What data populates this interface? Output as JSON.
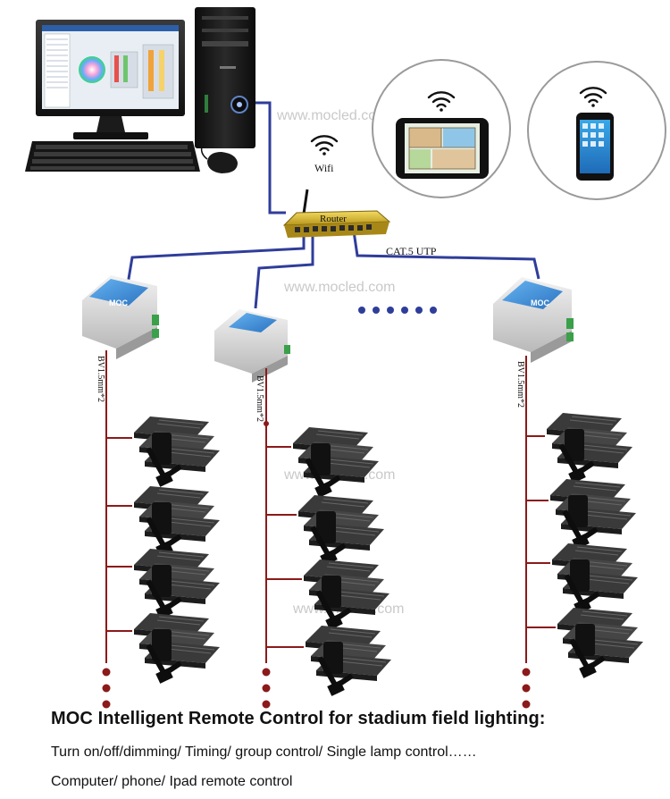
{
  "colors": {
    "network_cable": "#2f3d9a",
    "power_cable": "#8b1a1a",
    "watermark": "#c9c9c9",
    "controller_blue": "#3f8ed8",
    "router_yellow": "#e3c63a"
  },
  "labels": {
    "wifi": "Wifi",
    "router": "Router",
    "cat5": "CAT.5 UTP",
    "cable_spec": "BV1.5mm*2",
    "controller_brand": "MOC",
    "watermark": "www.mocled.com"
  },
  "caption": {
    "title": "MOC Intelligent Remote Control for stadium field lighting:",
    "line1": "Turn on/off/dimming/ Timing/ group control/ Single lamp control……",
    "line2": "Computer/ phone/ Ipad remote control"
  },
  "icons": [
    "desktop-computer-icon",
    "keyboard-icon",
    "mouse-icon",
    "tablet-icon",
    "smartphone-icon",
    "wifi-icon",
    "router-icon",
    "controller-icon",
    "floodlight-icon"
  ]
}
